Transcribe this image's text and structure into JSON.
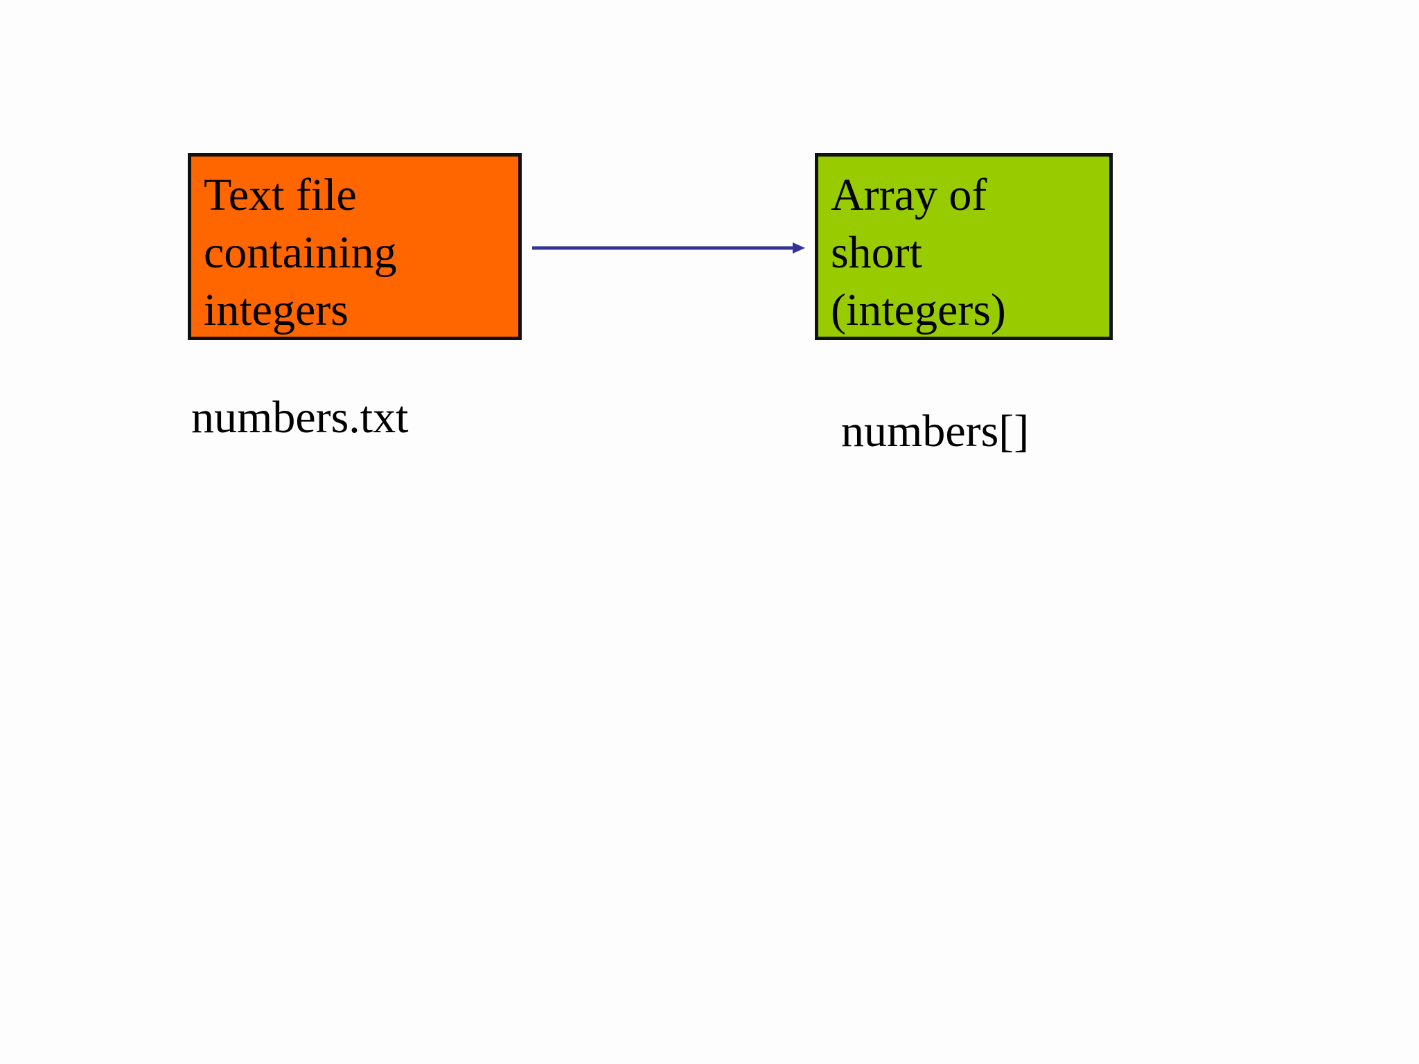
{
  "diagram": {
    "source_box": {
      "lines": [
        "Text file",
        "containing",
        "integers"
      ],
      "caption": "numbers.txt",
      "fill_color": "#ff6600"
    },
    "target_box": {
      "lines": [
        "Array of",
        "short",
        "(integers)"
      ],
      "caption": "numbers[]",
      "fill_color": "#99cc00"
    },
    "arrow": {
      "color": "#333399",
      "direction": "source-to-target"
    },
    "border_color": "#111111",
    "background_color": "#fdfdfd"
  }
}
